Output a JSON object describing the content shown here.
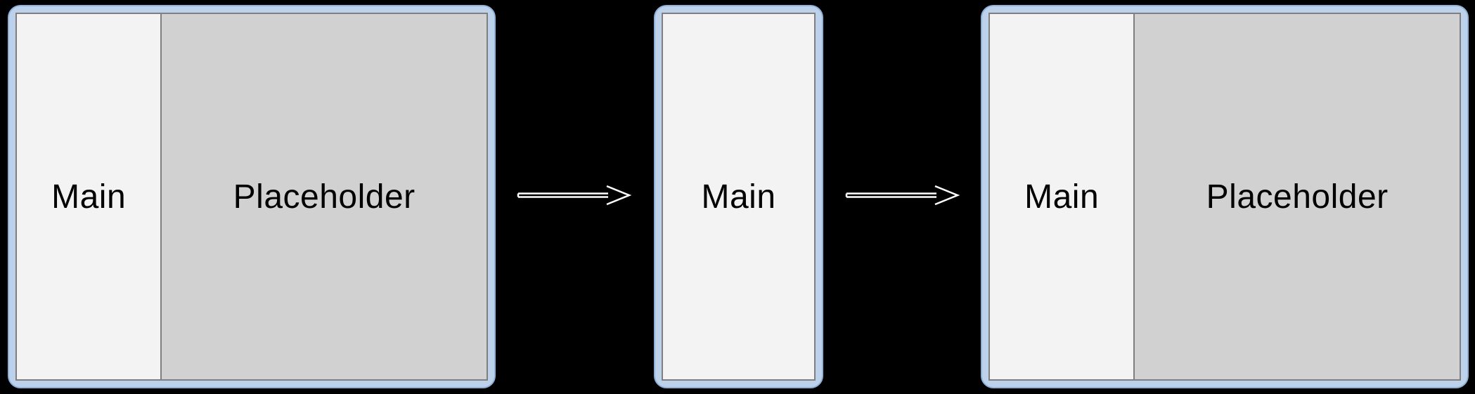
{
  "diagram": {
    "background_color": "#000000",
    "frame_fill_color": "#bdd2ea",
    "frame_stroke_color": "#8fb2d9",
    "main_fill_color": "#f3f3f3",
    "placeholder_fill_color": "#d1d1d1",
    "arrow_color": "#ffffff",
    "panels": [
      {
        "id": "expanded-window-before",
        "sections": [
          {
            "role": "main-pane",
            "label": "Main"
          },
          {
            "role": "placeholder-pane",
            "label": "Placeholder"
          }
        ]
      },
      {
        "id": "compact-window",
        "sections": [
          {
            "role": "main-pane",
            "label": "Main"
          }
        ]
      },
      {
        "id": "expanded-window-after",
        "sections": [
          {
            "role": "main-pane",
            "label": "Main"
          },
          {
            "role": "placeholder-pane",
            "label": "Placeholder"
          }
        ]
      }
    ]
  }
}
